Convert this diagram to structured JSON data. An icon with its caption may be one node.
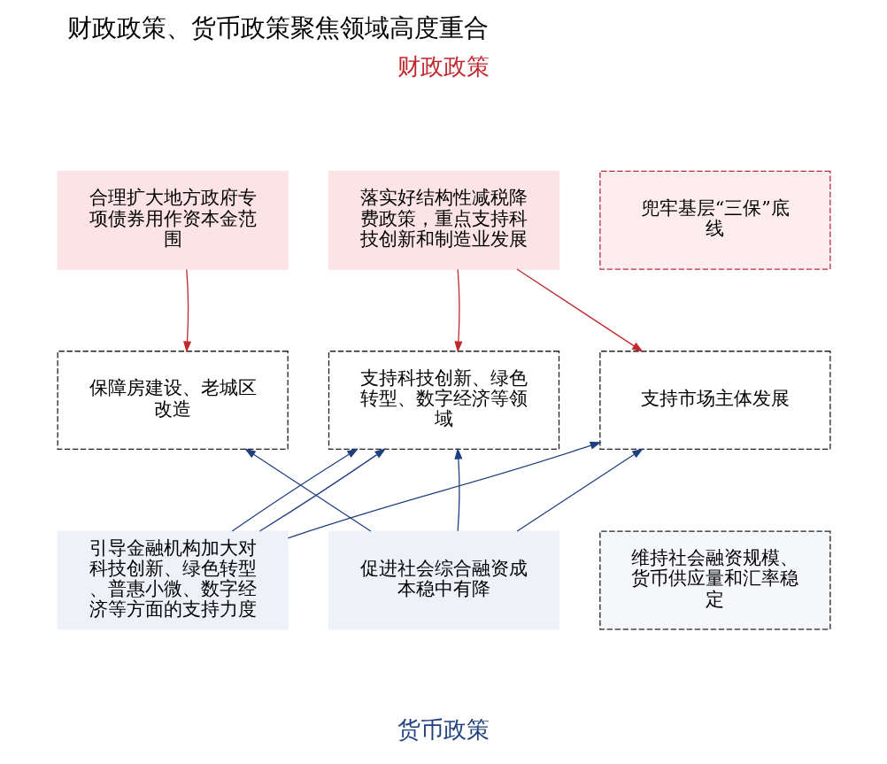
{
  "diagram": {
    "title": "财政政策、货币政策聚焦领域高度重合",
    "nodes": [
      {
        "text": [
          "合理扩大地方政府专项债券用作资本金范围"
        ]
      },
      {
        "text": [
          "落实好结构性减税降费政策，重点支持科技创新和制造业发展"
        ]
      },
      {
        "text": [
          "兜牢基层“三保”底线"
        ]
      },
      {
        "text": [
          "保障房建设、老城区改造"
        ]
      },
      {
        "text": [
          "支持科技创新、绿色转型、数字经济等领域"
        ]
      },
      {
        "text": [
          "支持市场主体发展"
        ]
      },
      {
        "text": [
          "引导金融机构加大对科技创新、绿色转型、普惠小微、数字经济等方面的支持力度"
        ]
      },
      {
        "text": [
          "促进社会综合融资成本稳中有降"
        ]
      },
      {
        "text": [
          "维持社会融资规模、货币供应量和汇率稳定"
        ]
      }
    ],
    "edges": [
      {
        "from": 0,
        "to": 3,
        "arrow": "to",
        "color": "#c0282d"
      },
      {
        "from": 1,
        "to": 4,
        "arrow": "to",
        "color": "#c0282d"
      },
      {
        "from": 1,
        "to": 5,
        "arrow": "to",
        "color": "#c0282d"
      },
      {
        "from": 6,
        "to": 4,
        "arrow": "to"
      },
      {
        "from": 6,
        "to": 4,
        "arrow": "to"
      },
      {
        "from": 6,
        "to": 5,
        "arrow": "to"
      },
      {
        "from": 7,
        "to": 3,
        "arrow": "to"
      },
      {
        "from": 7,
        "to": 4,
        "arrow": "to"
      },
      {
        "from": 7,
        "to": 5,
        "arrow": "to"
      }
    ],
    "labels": [
      "财政政策",
      "货币政策"
    ]
  }
}
